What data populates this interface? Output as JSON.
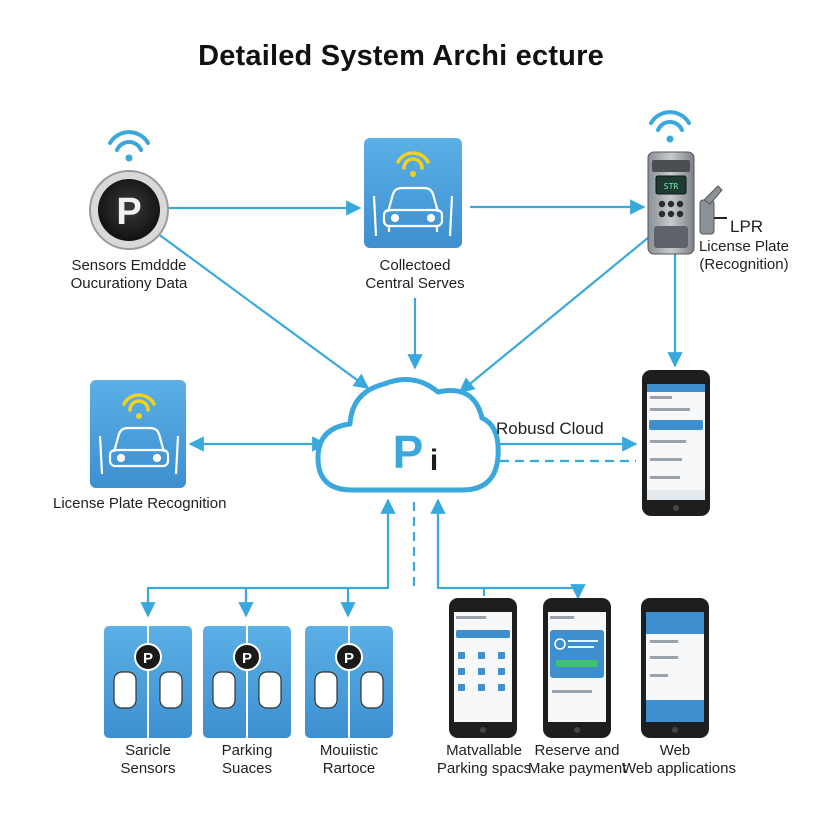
{
  "title": "Detailed System Archi ecture",
  "nodes": {
    "sensors_embedded": {
      "line1": "Sensors Emddde",
      "line2": "Oucurationy Data"
    },
    "central_server": {
      "line1": "Collectoed",
      "line2": "Central Serves"
    },
    "lpr_device": {
      "line1": "LPR",
      "line2": "License Plate",
      "line3": "(Recognition)"
    },
    "lpr_left": {
      "line1": "License Plate Recognition"
    },
    "cloud": {
      "label": "Robusd Cloud",
      "icon_text": "P",
      "icon_text2": "i"
    },
    "lot1": {
      "line1": "Saricle",
      "line2": "Sensors"
    },
    "lot2": {
      "line1": "Parking",
      "line2": "Suaces"
    },
    "lot3": {
      "line1": "Mouiistic",
      "line2": "Rartoce"
    },
    "app1": {
      "line1": "Matvallable",
      "line2": "Parking spacs"
    },
    "app2": {
      "line1": "Reserve and",
      "line2": "Make payment"
    },
    "app3": {
      "line1": "Web",
      "line2": "Web applications"
    }
  },
  "lpr_screen_text": "STR",
  "parking_icon_letter": "P",
  "colors": {
    "accent_blue": "#3aa7dd",
    "tile_blue": "#4a9fd8",
    "tile_dark": "#2f7fc0",
    "wifi_yellow": "#f2d21b",
    "line_blue": "#39a9dc"
  }
}
